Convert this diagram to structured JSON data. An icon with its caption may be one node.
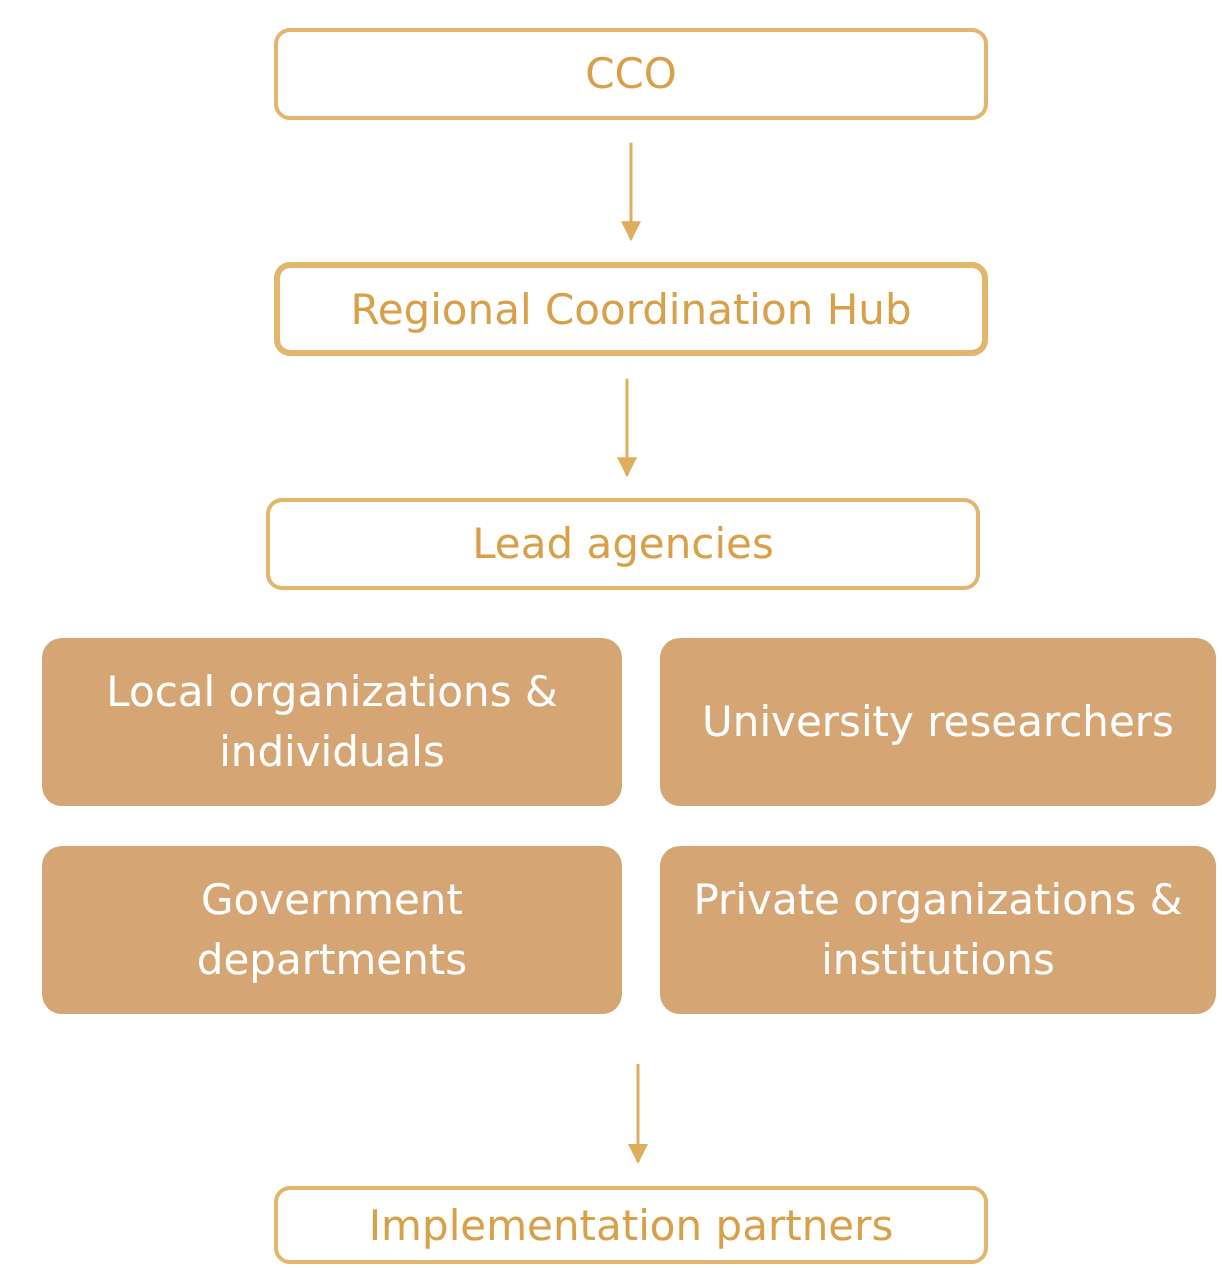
{
  "diagram": {
    "nodes": [
      {
        "text": [
          "CCO"
        ]
      },
      {
        "text": [
          "Regional Coordination Hub"
        ]
      },
      {
        "text": [
          "Lead agencies"
        ]
      },
      {
        "text": [
          "Local organizations & individuals"
        ]
      },
      {
        "text": [
          "University researchers"
        ]
      },
      {
        "text": [
          "Government departments"
        ]
      },
      {
        "text": [
          "Private organizations & institutions"
        ]
      },
      {
        "text": [
          "Implementation partners"
        ]
      }
    ],
    "edges": [
      {
        "from": 0,
        "to": 1,
        "arrow": "to"
      },
      {
        "from": 1,
        "to": 2,
        "arrow": "to"
      },
      {
        "from": null,
        "to": 7,
        "arrow": "to"
      }
    ]
  }
}
